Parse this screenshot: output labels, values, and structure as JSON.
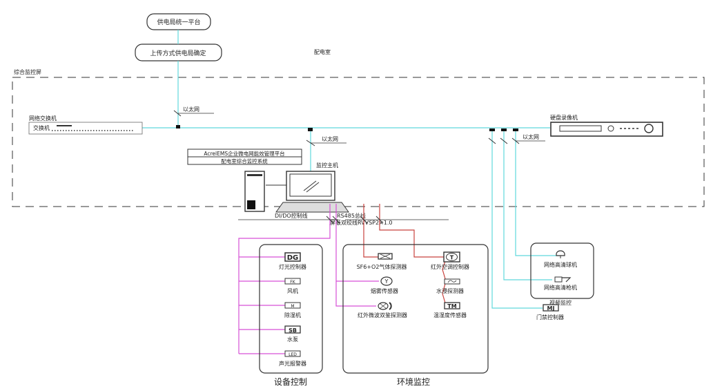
{
  "top": {
    "platform": "供电局统一平台",
    "upload": "上传方式供电局确定",
    "room": "配电室"
  },
  "panel": {
    "title": "综合监控屏",
    "ethernet": "以太网"
  },
  "switch": {
    "group_label": "网络交换机",
    "label": "交换机"
  },
  "recorder": {
    "label": "硬盘录像机"
  },
  "software": {
    "line1": "AcrelEMS企业微电网能效管理平台",
    "line2": "配电室综合监控系统"
  },
  "host": {
    "label": "监控主机"
  },
  "buses": {
    "dido": "DI/DO控制线",
    "rs485": "RS485总线",
    "cable": "屏蔽双绞线RVVSP2×1.0"
  },
  "device_control": {
    "title": "设备控制",
    "items": [
      {
        "code": "DG",
        "label": "灯光控制器"
      },
      {
        "code": "FK",
        "label": "风机"
      },
      {
        "code": "M",
        "label": "除湿机"
      },
      {
        "code": "SB",
        "label": "水泵"
      },
      {
        "code": "LED",
        "label": "声光报警器"
      }
    ]
  },
  "env_monitor": {
    "title": "环境监控",
    "sf6": "SF6+O2气体探测器",
    "smoke": {
      "code": "Y",
      "label": "烟雾传感器"
    },
    "microwave": "红外微波双鉴探测器",
    "ac": {
      "code": "T",
      "label": "红外空调控制器"
    },
    "water": "水浸探测器",
    "temp": {
      "code": "TM",
      "label": "温湿度传感器"
    }
  },
  "video": {
    "title": "视频监控",
    "dome": "网络高清球机",
    "gun": "网络高清枪机"
  },
  "access": {
    "code": "MJ",
    "label": "门禁控制器"
  },
  "colors": {
    "ethernet": "#5fd8dc",
    "dido": "#d64fd6",
    "rs485": "#c8413c"
  }
}
